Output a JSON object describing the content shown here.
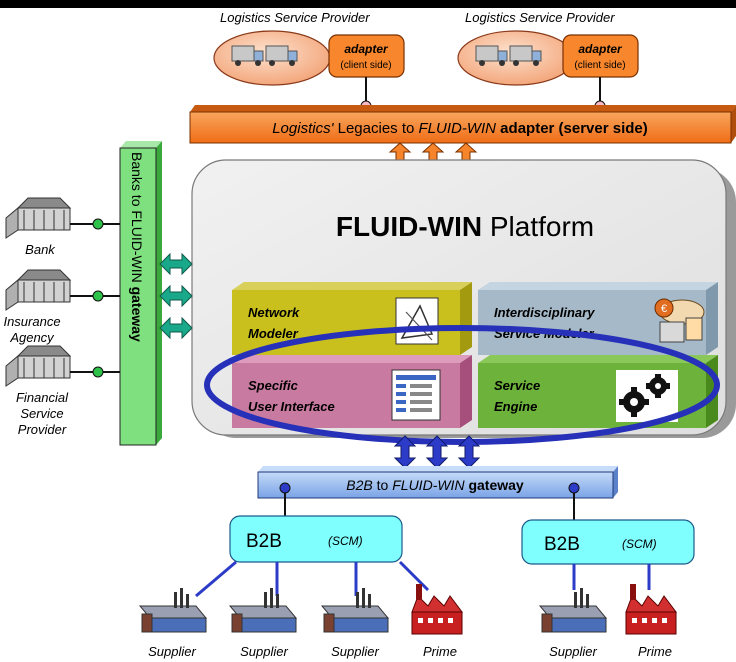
{
  "lsp": [
    {
      "label": "Logistics Service Provider",
      "adapter": "adapter",
      "adapter_sub": "(client side)"
    },
    {
      "label": "Logistics Service Provider",
      "adapter": "adapter",
      "adapter_sub": "(client side)"
    }
  ],
  "server_adapter": {
    "part1": "Logistics'",
    "part2": " Legacies to ",
    "part3": "FLUID-WIN",
    "part4": " adapter",
    "part5": " (server side)"
  },
  "platform": {
    "title_bold": "FLUID-WIN",
    "title_rest": " Platform"
  },
  "modules": {
    "network": [
      "Network",
      "Modeler"
    ],
    "interdisciplinary": [
      "Interdisciplinary",
      "Service Modeler"
    ],
    "specific": [
      "Specific",
      "User Interface"
    ],
    "service": [
      "Service",
      "Engine"
    ]
  },
  "banks_gateway": {
    "part1": "Banks to FLUID-WIN ",
    "part2": "gateway"
  },
  "financial": {
    "bank": [
      "Bank"
    ],
    "insurance": [
      "Insurance",
      "Agency"
    ],
    "fsp": [
      "Financial",
      "Service",
      "Provider"
    ]
  },
  "b2b_gateway": {
    "part1": "B2B",
    "part2": " to ",
    "part3": "FLUID-WIN",
    "part4": " gateway"
  },
  "b2b_nodes": [
    {
      "label": "B2B",
      "sub": "(SCM)"
    },
    {
      "label": "B2B",
      "sub": "(SCM)"
    }
  ],
  "factories": [
    "Supplier",
    "Supplier",
    "Supplier",
    "Prime",
    "Supplier",
    "Prime"
  ],
  "colors": {
    "orange": "#f5842a",
    "green": "#7ee07e",
    "teal": "#1aa88a",
    "blue_arrow": "#2c3cc8",
    "ellipse": "#2630b8",
    "cyan": "#80ffff",
    "gateway_blue": "#9bbcf0"
  }
}
